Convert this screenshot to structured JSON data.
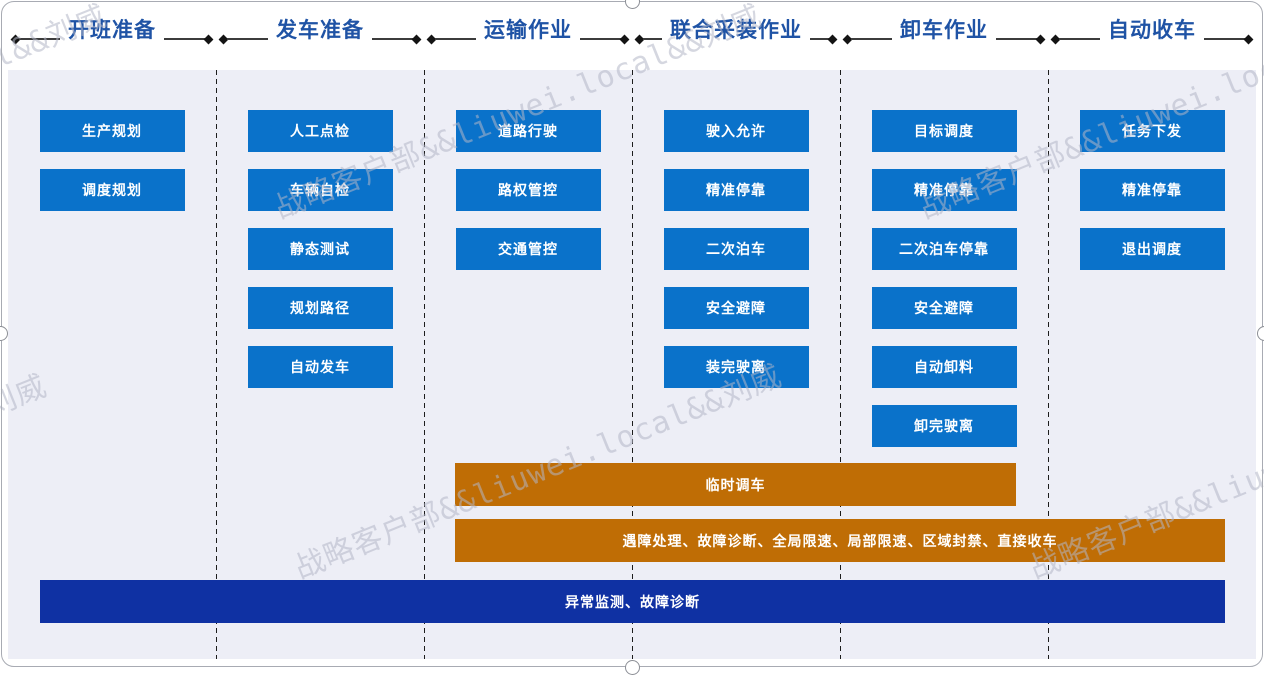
{
  "watermark": {
    "text": "战略客户部&&liuwei.local&&刘威"
  },
  "columns": [
    {
      "title": "开班准备",
      "items": [
        "生产规划",
        "调度规划"
      ]
    },
    {
      "title": "发车准备",
      "items": [
        "人工点检",
        "车辆自检",
        "静态测试",
        "规划路径",
        "自动发车"
      ]
    },
    {
      "title": "运输作业",
      "items": [
        "道路行驶",
        "路权管控",
        "交通管控"
      ]
    },
    {
      "title": "联合采装作业",
      "items": [
        "驶入允许",
        "精准停靠",
        "二次泊车",
        "安全避障",
        "装完驶离"
      ]
    },
    {
      "title": "卸车作业",
      "items": [
        "目标调度",
        "精准停靠",
        "二次泊车停靠",
        "安全避障",
        "自动卸料",
        "卸完驶离"
      ]
    },
    {
      "title": "自动收车",
      "items": [
        "任务下发",
        "精准停靠",
        "退出调度"
      ]
    }
  ],
  "overlay_bars": {
    "temporary_dispatch": "临时调车",
    "exception_handling": "遇障处理、故障诊断、全局限速、局部限速、区域封禁、直接收车",
    "monitoring": "异常监测、故障诊断"
  },
  "colors": {
    "box_blue": "#0a72ca",
    "bar_orange": "#bf6d05",
    "bar_dark": "#0f31a3",
    "header_text": "#1f53a5",
    "panel_bg": "#edeef6"
  }
}
